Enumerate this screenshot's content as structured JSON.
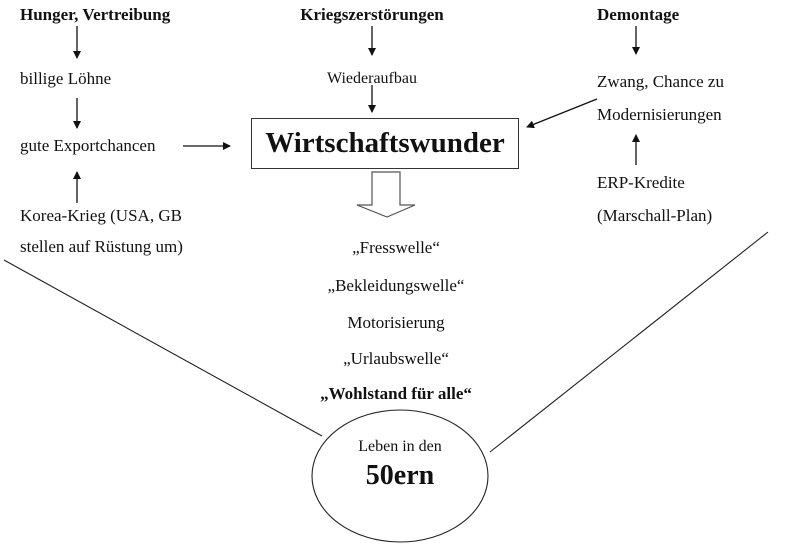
{
  "left_column": {
    "cause": "Hunger, Vertreibung",
    "effect1": "billige Löhne",
    "effect2": "gute Exportchancen",
    "support_line1": "Korea-Krieg (USA, GB",
    "support_line2": "stellen auf Rüstung um)"
  },
  "center_column": {
    "cause": "Kriegszerstörungen",
    "effect": "Wiederaufbau",
    "core": "Wirtschaftswunder",
    "results": [
      "„Fresswelle“",
      "„Bekleidungswelle“",
      "Motorisierung",
      "„Urlaubswelle“",
      "„Wohlstand für alle“"
    ]
  },
  "right_column": {
    "cause": "Demontage",
    "effect_line1": "Zwang, Chance zu",
    "effect_line2": "Modernisierungen",
    "support_line1": "ERP-Kredite",
    "support_line2": "(Marschall-Plan)"
  },
  "bottom": {
    "line1": "Leben in den",
    "line2": "50ern"
  }
}
